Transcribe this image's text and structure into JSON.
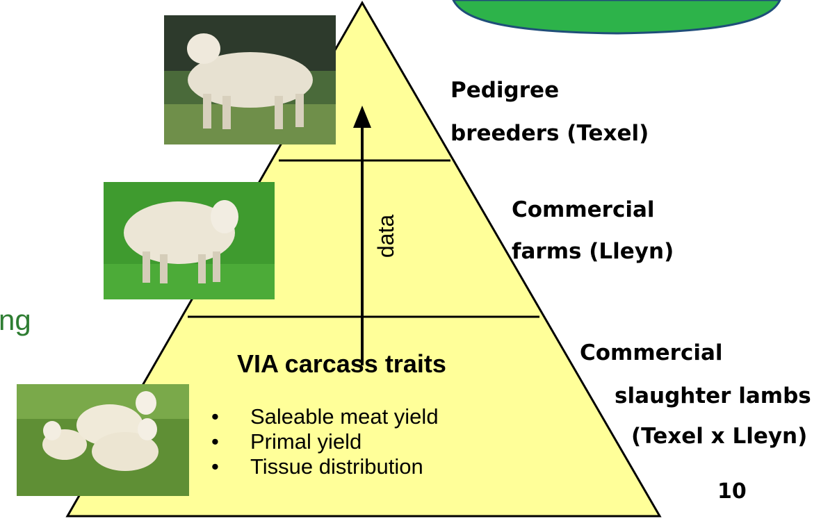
{
  "pyramid": {
    "arrow_label": "data",
    "base_title": "VIA carcass traits",
    "traits": [
      "Saleable meat yield",
      "Primal yield",
      "Tissue distribution"
    ]
  },
  "tiers": [
    {
      "label_line1": "Pedigree",
      "label_line2": "breeders (Texel)"
    },
    {
      "label_line1": "Commercial",
      "label_line2": "farms (Lleyn)"
    },
    {
      "label_line1": "Commercial",
      "label_line2": "slaughter lambs",
      "label_line3": "(Texel x Lleyn)"
    }
  ],
  "partial_text_left": "ng",
  "page_number": "10",
  "colors": {
    "pyramid_fill": "#ffff99",
    "badge_fill": "#2db34a",
    "badge_border": "#1f4e79",
    "partial_text": "#2e7d32"
  },
  "icons": {
    "top_photo": "texel-ram-photo",
    "middle_photo": "lleyn-ewe-photo",
    "bottom_photo": "lambs-photo"
  }
}
